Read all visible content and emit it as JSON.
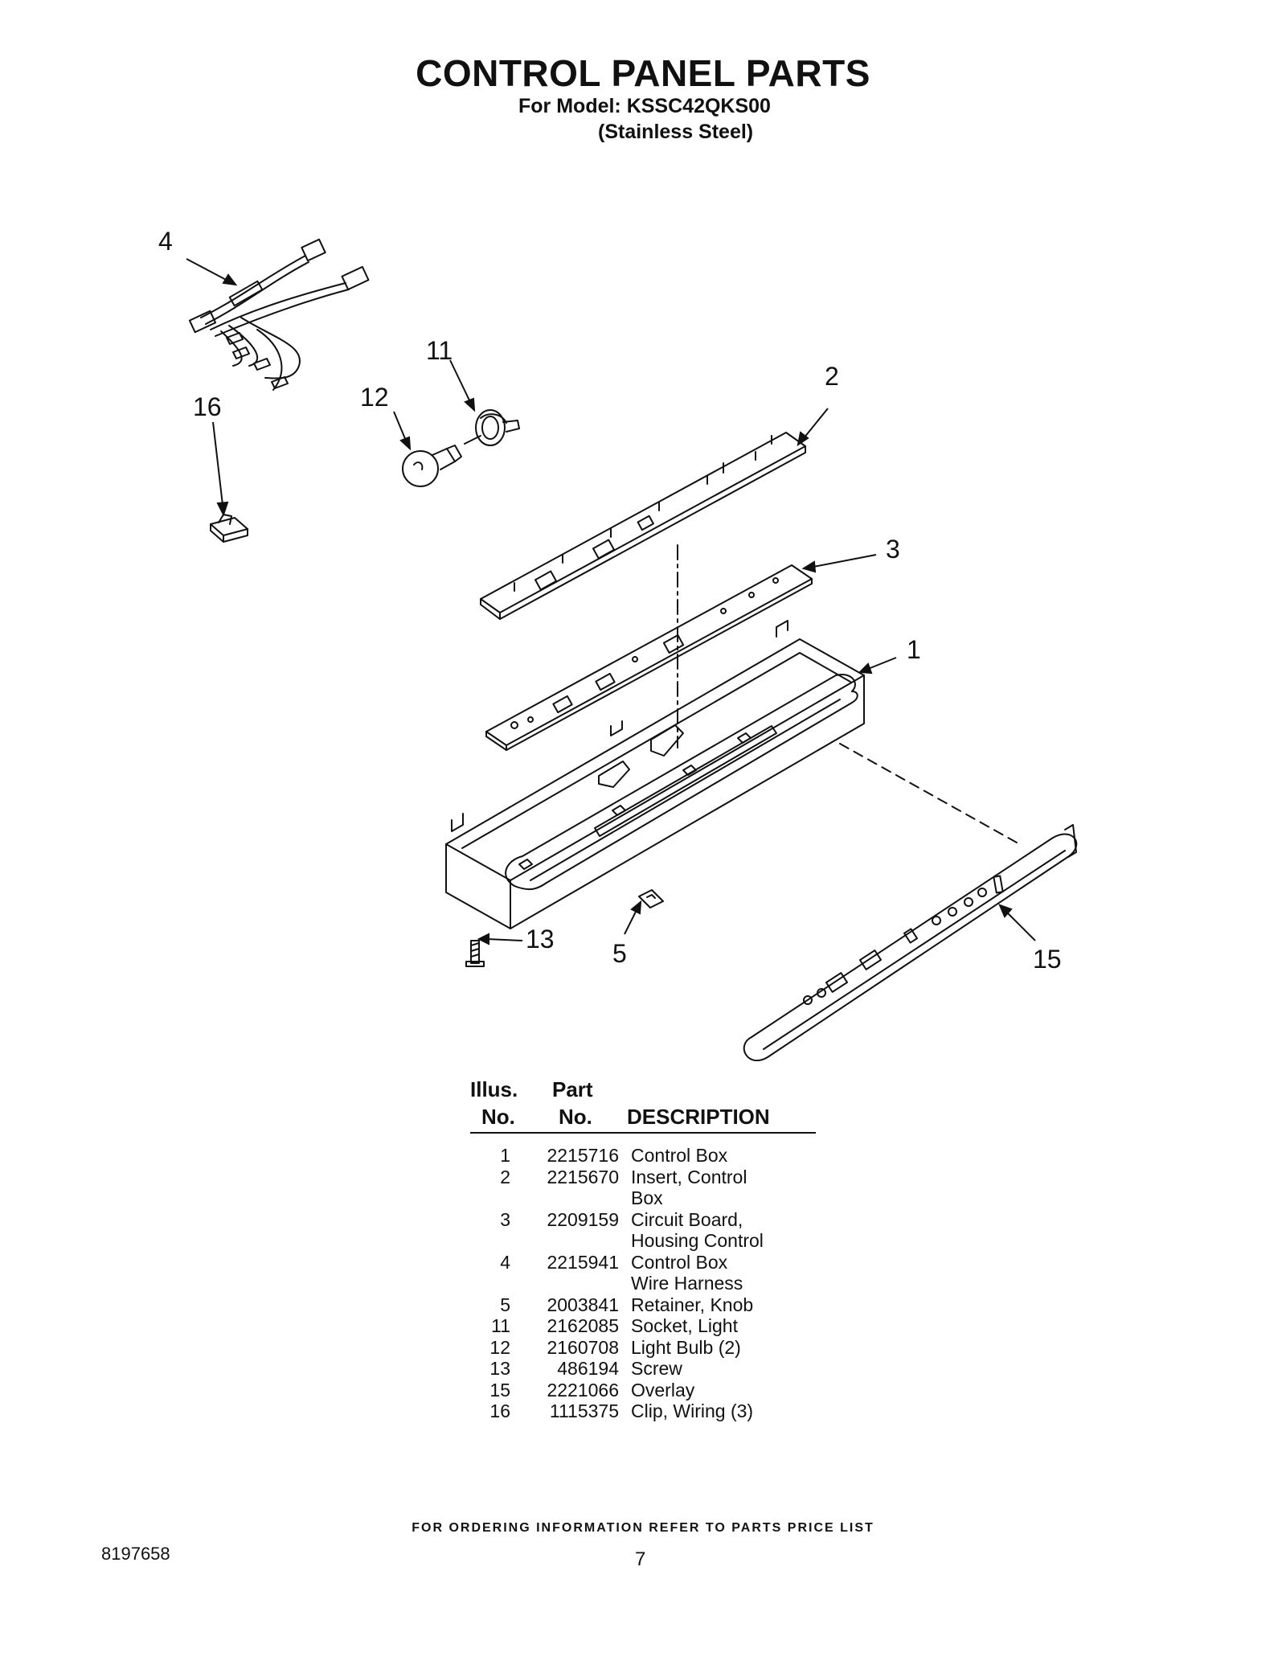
{
  "header": {
    "title": "CONTROL PANEL PARTS",
    "model_line": "For Model: KSSC42QKS00",
    "finish_line": "(Stainless Steel)"
  },
  "callouts": [
    "4",
    "11",
    "2",
    "16",
    "12",
    "3",
    "1",
    "13",
    "5",
    "15"
  ],
  "table": {
    "headers": {
      "illus_top": "Illus.",
      "illus_bottom": "No.",
      "part_top": "Part",
      "part_bottom": "No.",
      "description": "DESCRIPTION"
    },
    "rows": [
      {
        "illus": "1",
        "part": "2215716",
        "desc": "Control Box",
        "desc2": ""
      },
      {
        "illus": "2",
        "part": "2215670",
        "desc": "Insert, Control",
        "desc2": "Box"
      },
      {
        "illus": "3",
        "part": "2209159",
        "desc": "Circuit Board,",
        "desc2": "Housing Control"
      },
      {
        "illus": "4",
        "part": "2215941",
        "desc": "Control Box",
        "desc2": "Wire Harness"
      },
      {
        "illus": "5",
        "part": "2003841",
        "desc": "Retainer, Knob",
        "desc2": ""
      },
      {
        "illus": "11",
        "part": "2162085",
        "desc": "Socket, Light",
        "desc2": ""
      },
      {
        "illus": "12",
        "part": "2160708",
        "desc": "Light Bulb (2)",
        "desc2": ""
      },
      {
        "illus": "13",
        "part": "486194",
        "desc": "Screw",
        "desc2": ""
      },
      {
        "illus": "15",
        "part": "2221066",
        "desc": "Overlay",
        "desc2": ""
      },
      {
        "illus": "16",
        "part": "1115375",
        "desc": "Clip, Wiring (3)",
        "desc2": ""
      }
    ]
  },
  "footer": {
    "ordering_note": "FOR ORDERING INFORMATION REFER TO PARTS PRICE LIST",
    "doc_number": "8197658",
    "page_number": "7"
  }
}
